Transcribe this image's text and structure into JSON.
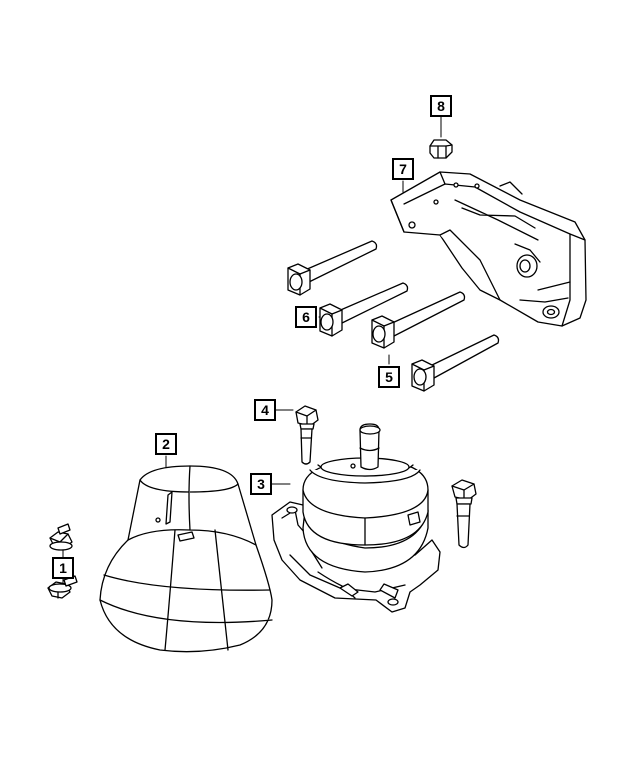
{
  "diagram": {
    "line_color": "#000000",
    "background_color": "#ffffff",
    "callouts": [
      {
        "id": "1",
        "label": "1"
      },
      {
        "id": "2",
        "label": "2"
      },
      {
        "id": "3",
        "label": "3"
      },
      {
        "id": "4",
        "label": "4"
      },
      {
        "id": "5",
        "label": "5"
      },
      {
        "id": "6",
        "label": "6"
      },
      {
        "id": "7",
        "label": "7"
      },
      {
        "id": "8",
        "label": "8"
      }
    ],
    "parts": [
      {
        "callout": "1",
        "icon": "flange-bolt-icon",
        "count": 2
      },
      {
        "callout": "2",
        "icon": "heat-shield-icon",
        "count": 1
      },
      {
        "callout": "3",
        "icon": "engine-mount-insulator-icon",
        "count": 1
      },
      {
        "callout": "4",
        "icon": "stud-bolt-icon",
        "count": 2
      },
      {
        "callout": "5",
        "icon": "long-bolt-icon",
        "count": 2
      },
      {
        "callout": "6",
        "icon": "long-bolt-icon",
        "count": 2
      },
      {
        "callout": "7",
        "icon": "mount-bracket-icon",
        "count": 1
      },
      {
        "callout": "8",
        "icon": "hex-nut-icon",
        "count": 1
      }
    ]
  }
}
